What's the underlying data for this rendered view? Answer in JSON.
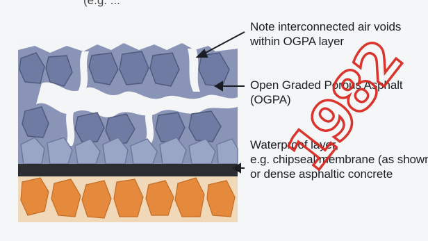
{
  "header_fragment": "(e.g. ...",
  "labels": {
    "air_voids": [
      "Note interconnected air voids",
      "within OGPA layer"
    ],
    "ogpa": [
      "Open Graded Porous Asphalt",
      "(OGPA)"
    ],
    "waterproof": [
      "Waterproof layer,",
      "e.g. chipseal membrane (as shown),",
      "or dense asphaltic concrete"
    ]
  },
  "watermark": "1982",
  "colors": {
    "ogpa_stone": "#6f7ba2",
    "ogpa_stone_light": "#9aa6c6",
    "membrane": "#2b2d30",
    "subbase_fill": "#f0d8b8",
    "subbase_stone": "#e58a3c",
    "watermark": "#d8241c",
    "void_channel": "#f4f5f7"
  }
}
